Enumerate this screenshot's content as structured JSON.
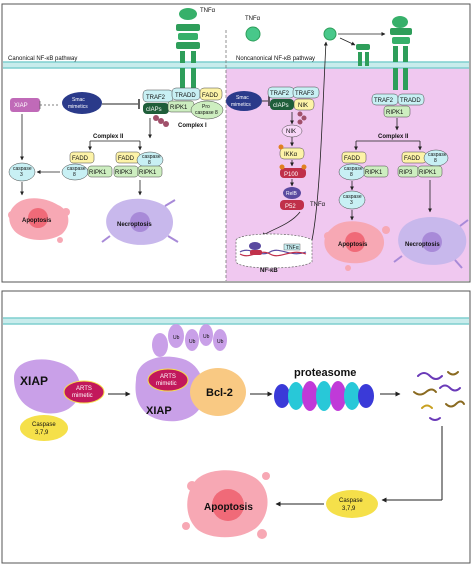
{
  "panel_top": {
    "left_title": "Canonical NF-κB pathway",
    "right_title": "Noncanonical NF-κB pathway",
    "tnfa_receptor_label": "TNFα",
    "tnfa_free_label_1": "TNFα",
    "tnfa_free_label_2": "TNFα",
    "left": {
      "xiap": "XIAP",
      "smac_mimetics": [
        "Smac",
        "mimetics"
      ],
      "traf2": "TRAF2",
      "tradd": "TRADD",
      "ciaps": "cIAPs",
      "ripk1": "RIPK1",
      "fadd": "FADD",
      "pro_caspase8": [
        "Pro",
        "caspase 8"
      ],
      "complex1": "Complex I",
      "complex2": "Complex II",
      "fadd_a": "FADD",
      "caspase8_a": [
        "caspase",
        "8"
      ],
      "ripk1_a": "RIPK1",
      "fadd_b": "FADD",
      "caspase8_b": [
        "caspase",
        "8"
      ],
      "ripk3_b": "RIPK3",
      "ripk1_b": "RIPK1",
      "caspase3": [
        "caspase",
        "3"
      ],
      "apoptosis": "Apoptosis",
      "necroptosis": "Necroptosis"
    },
    "right": {
      "smac_mimetics": [
        "Smac",
        "mimetics"
      ],
      "traf2": "TRAF2",
      "traf3": "TRAF3",
      "ciaps": "cIAPs",
      "nik_small": "NIK",
      "nik": "NIK",
      "ikka": "IKKα",
      "p100": "P100",
      "relb": "RelB",
      "p52": "P52",
      "nfkb": "NF-κB",
      "tnfa_gene": "TNFα",
      "traf2_r": "TRAF2",
      "tradd_r": "TRADD",
      "ripk1_r": "RIPK1",
      "complex2": "Complex II",
      "fadd_a": "FADD",
      "caspase8_a": [
        "caspase",
        "8"
      ],
      "ripk1_a": "RIPK1",
      "fadd_b": "FADD",
      "caspase8_b": [
        "caspase",
        "8"
      ],
      "rip3_b": "RIP3",
      "ripk1_b": "RIPK1",
      "caspase3": [
        "caspase",
        "3"
      ],
      "apoptosis": "Apoptosis",
      "necroptosis": "Necroptosis"
    }
  },
  "panel_bottom": {
    "xiap": "XIAP",
    "arts_mimetic": [
      "ARTS",
      "mimetic"
    ],
    "caspase": [
      "Caspase",
      "3,7,9"
    ],
    "ub": "Ub",
    "arts_mimetic_2": [
      "ARTS",
      "mimetic"
    ],
    "xiap_2": "XIAP",
    "bcl2": "Bcl-2",
    "proteasome": "proteasome",
    "caspase_2": [
      "Caspase",
      "3,7,9"
    ],
    "apoptosis": "Apoptosis"
  },
  "colors": {
    "border": "#555555",
    "membrane": "#7fcfcf",
    "pink_bg": "#f0c8f0",
    "receptor_green": "#2e9e5a",
    "xiap_purple": "#c9a0e8",
    "arts_magenta": "#c2185b",
    "caspase_yellow": "#f5e04a",
    "bcl2_orange": "#f9c983",
    "apoptosis_red": "#f06a78",
    "necroptosis_purple": "#a88ad8",
    "box_yellow": "#fdf3a8",
    "box_cyan": "#c8f0f4",
    "box_green": "#cdeec0",
    "p_red": "#c0304a",
    "p_purple": "#5a4aa0",
    "smac_navy": "#2a3a8a"
  }
}
